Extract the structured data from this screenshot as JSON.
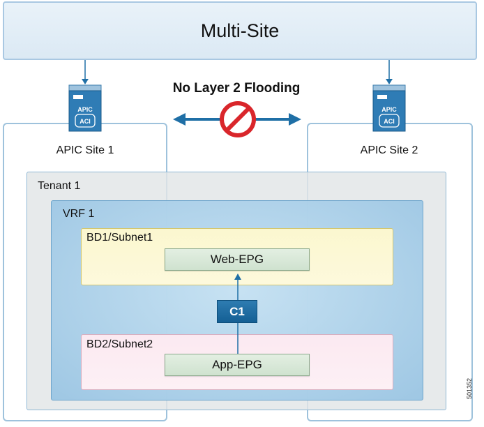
{
  "banner": {
    "title": "Multi-Site"
  },
  "flooding": {
    "label": "No Layer 2 Flooding",
    "icon": "prohibited-icon"
  },
  "sites": [
    {
      "label": "APIC Site 1",
      "device_text": "APIC",
      "device_sub": "ACI"
    },
    {
      "label": "APIC Site 2",
      "device_text": "APIC",
      "device_sub": "ACI"
    }
  ],
  "tenant": {
    "label": "Tenant 1"
  },
  "vrf": {
    "label": "VRF 1"
  },
  "bridge_domains": [
    {
      "label": "BD1/Subnet1",
      "epg": "Web-EPG"
    },
    {
      "label": "BD2/Subnet2",
      "epg": "App-EPG"
    }
  ],
  "contract": {
    "label": "C1"
  },
  "figure_id": "501352",
  "colors": {
    "accent_blue": "#1f6fa6",
    "prohibit_red": "#d9262b"
  }
}
